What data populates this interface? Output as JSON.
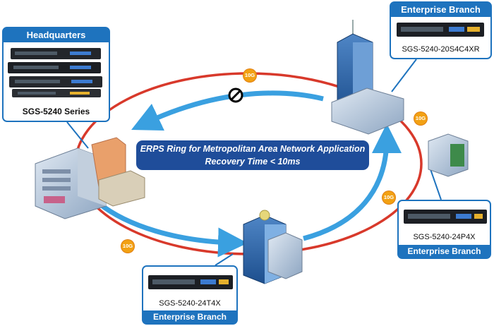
{
  "headquarters": {
    "title": "Headquarters",
    "model": "SGS-5240 Series"
  },
  "branch_top_right": {
    "title": "Enterprise Branch",
    "model": "SGS-5240-20S4C4XR"
  },
  "branch_right": {
    "title": "Enterprise Branch",
    "model": "SGS-5240-24P4X"
  },
  "branch_bottom": {
    "title": "Enterprise Branch",
    "model": "SGS-5240-24T4X"
  },
  "banner": {
    "line1": "ERPS Ring for Metropolitan Area Network Application",
    "line2": "Recovery Time < 10ms"
  },
  "links": {
    "badge_label": "10G"
  },
  "colors": {
    "brand_blue": "#1e73be",
    "ring_red": "#d8392b",
    "flow_blue": "#3aa0e0",
    "badge_orange": "#f2a114"
  },
  "icons": [
    "blocked-link-icon",
    "switch-icon",
    "building-icon"
  ]
}
